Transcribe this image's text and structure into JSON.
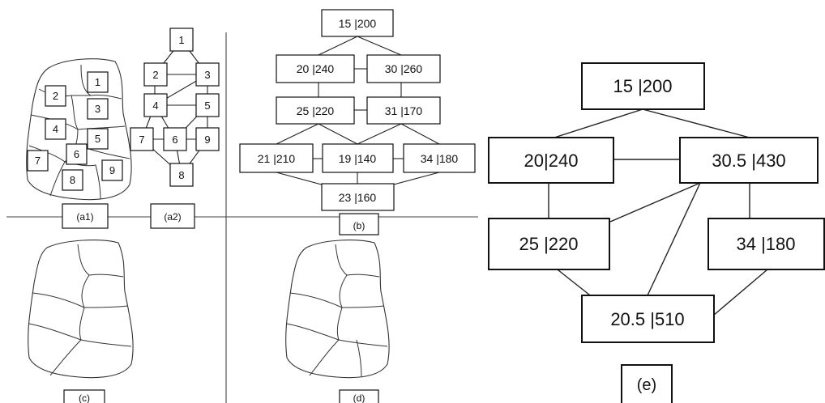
{
  "a1": {
    "regions": [
      "1",
      "2",
      "3",
      "4",
      "5",
      "6",
      "7",
      "8",
      "9"
    ],
    "caption": "(a1)"
  },
  "a2": {
    "nodes": [
      "1",
      "2",
      "3",
      "4",
      "5",
      "7",
      "6",
      "9",
      "8"
    ],
    "caption": "(a2)"
  },
  "b": {
    "nodes": [
      "15 |200",
      "20 |240",
      "30 |260",
      "25 |220",
      "31 |170",
      "21 |210",
      "19 |140",
      "34 |180",
      "23 |160"
    ],
    "caption": "(b)"
  },
  "c": {
    "caption": "(c)"
  },
  "d": {
    "caption": "(d)"
  },
  "e": {
    "nodes": [
      "15 |200",
      "20|240",
      "30.5 |430",
      "25 |220",
      "34 |180",
      "20.5 |510"
    ],
    "caption": "(e)"
  }
}
